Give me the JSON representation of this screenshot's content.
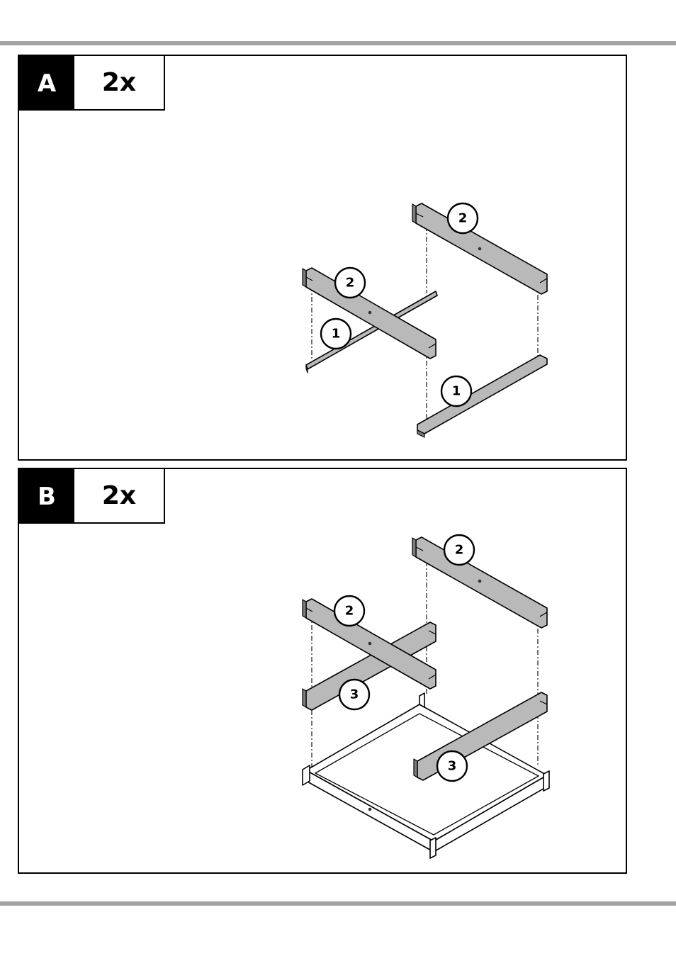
{
  "steps": [
    {
      "letter": "A",
      "count": "2x",
      "callouts": [
        "2",
        "2",
        "1",
        "1"
      ]
    },
    {
      "letter": "B",
      "count": "2x",
      "callouts": [
        "2",
        "2",
        "3",
        "3"
      ]
    }
  ],
  "colors": {
    "rule": "#a3a3a3",
    "beam": "#b9b9b9",
    "tag_background": "#000000"
  }
}
